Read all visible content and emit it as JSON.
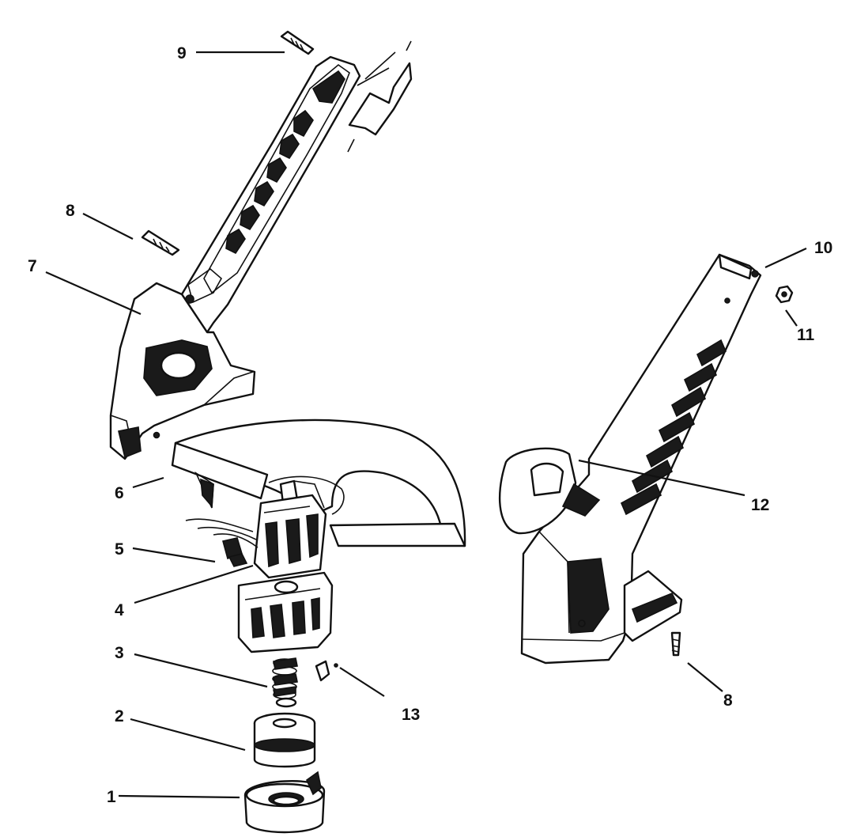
{
  "diagram": {
    "callouts": [
      {
        "id": "c1",
        "label": "1"
      },
      {
        "id": "c2",
        "label": "2"
      },
      {
        "id": "c3",
        "label": "3"
      },
      {
        "id": "c4",
        "label": "4"
      },
      {
        "id": "c5",
        "label": "5"
      },
      {
        "id": "c6",
        "label": "6"
      },
      {
        "id": "c7",
        "label": "7"
      },
      {
        "id": "c8a",
        "label": "8"
      },
      {
        "id": "c8b",
        "label": "8"
      },
      {
        "id": "c9",
        "label": "9"
      },
      {
        "id": "c10",
        "label": "10"
      },
      {
        "id": "c11",
        "label": "11"
      },
      {
        "id": "c12",
        "label": "12"
      },
      {
        "id": "c13",
        "label": "13"
      }
    ]
  }
}
